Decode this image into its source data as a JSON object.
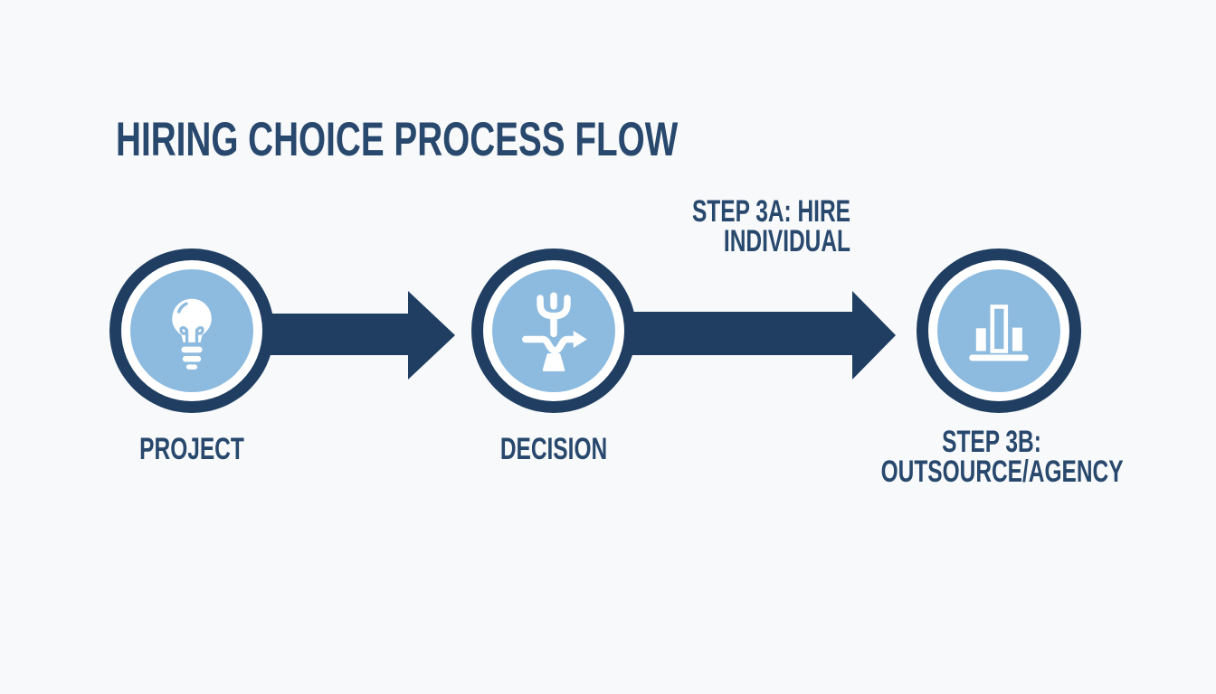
{
  "title": "HIRING CHOICE PROCESS FLOW",
  "diagram": {
    "type": "process-flow",
    "nodes": [
      {
        "id": "project",
        "label": "PROJECT",
        "icon": "lightbulb-icon"
      },
      {
        "id": "decision",
        "label": "DECISION",
        "icon": "branch-arrow-icon"
      },
      {
        "id": "outcome",
        "label_lines": [
          "STEP 3B:",
          "OUTSOURCE/AGENCY"
        ],
        "icon": "bar-chart-icon"
      }
    ],
    "edges": [
      {
        "from": "project",
        "to": "decision"
      },
      {
        "from": "decision",
        "to": "outcome",
        "annotation_lines": [
          "STEP 3A: HIRE",
          "INDIVIDUAL"
        ]
      }
    ]
  },
  "colors": {
    "background": "#f7f9fa",
    "navy": "#1f3e61",
    "light_blue": "#8dbbdf",
    "text_navy": "#28486d",
    "white": "#ffffff"
  }
}
